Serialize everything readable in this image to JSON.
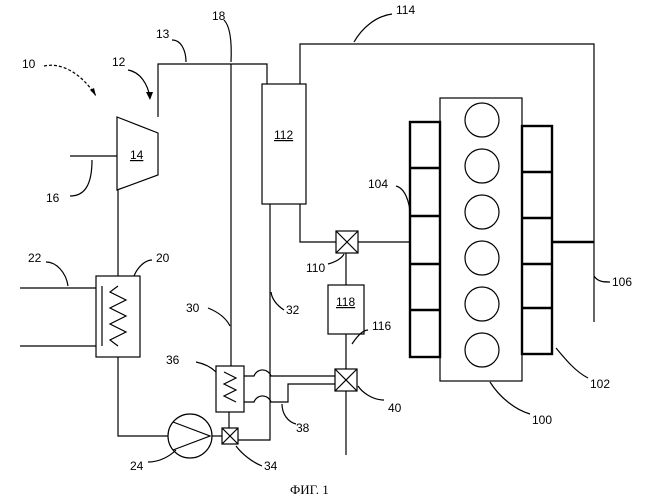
{
  "figure": {
    "caption": "ФИГ. 1",
    "labels": {
      "l10": "10",
      "l12": "12",
      "l13": "13",
      "l14": "14",
      "l16": "16",
      "l18": "18",
      "l20": "20",
      "l22": "22",
      "l24": "24",
      "l30": "30",
      "l32": "32",
      "l34": "34",
      "l36": "36",
      "l38": "38",
      "l40": "40",
      "l100": "100",
      "l102": "102",
      "l104": "104",
      "l106": "106",
      "l110": "110",
      "l112": "112",
      "l114": "114",
      "l116": "116",
      "l118": "118"
    }
  }
}
